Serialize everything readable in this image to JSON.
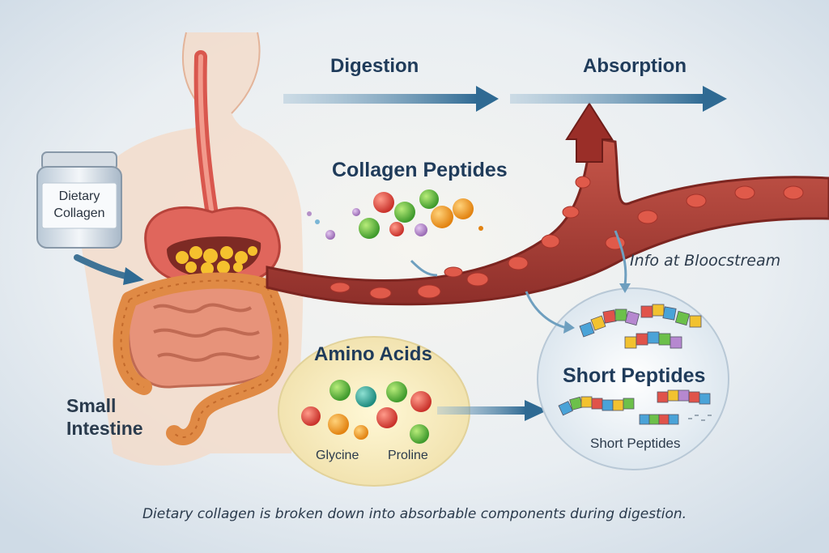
{
  "labels": {
    "digestion": "Digestion",
    "absorption": "Absorption",
    "collagen_peptides": "Collagen Peptides",
    "amino_acids": "Amino Acids",
    "glycine": "Glycine",
    "proline": "Proline",
    "short_peptides_title": "Short Peptides",
    "short_peptides_sub": "Short Peptides",
    "bloodstream": "Info at Bloocstream",
    "small_intestine": "Small Intestine",
    "jar": "Dietary Collagen"
  },
  "caption": "Dietary collagen is broken down into absorbable components during digestion.",
  "colors": {
    "background": "#e9eef2",
    "heading": "#1f3b5a",
    "arrow": "#3f7396",
    "blood_vessel": "#b8473c",
    "intestine": "#dd8a55",
    "stomach": "#e0665c",
    "amino_circle": "#f7edc8",
    "peptide_circle": "#eef3f7"
  },
  "icons": [
    "collagen-jar-icon",
    "stomach-icon",
    "intestine-icon",
    "blood-vessel-icon",
    "peptide-chain-icon",
    "amino-acid-sphere-icon"
  ]
}
